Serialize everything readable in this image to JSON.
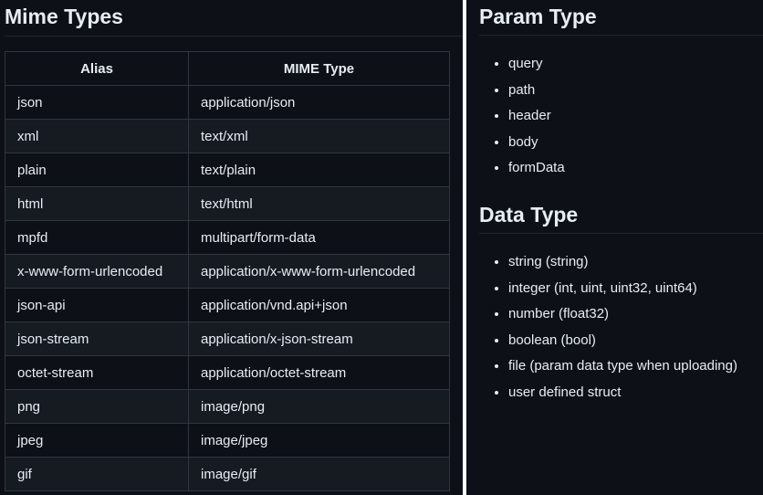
{
  "mime_section": {
    "title": "Mime Types",
    "columns": [
      "Alias",
      "MIME Type"
    ],
    "rows": [
      {
        "alias": "json",
        "mime": "application/json"
      },
      {
        "alias": "xml",
        "mime": "text/xml"
      },
      {
        "alias": "plain",
        "mime": "text/plain"
      },
      {
        "alias": "html",
        "mime": "text/html"
      },
      {
        "alias": "mpfd",
        "mime": "multipart/form-data"
      },
      {
        "alias": "x-www-form-urlencoded",
        "mime": "application/x-www-form-urlencoded"
      },
      {
        "alias": "json-api",
        "mime": "application/vnd.api+json"
      },
      {
        "alias": "json-stream",
        "mime": "application/x-json-stream"
      },
      {
        "alias": "octet-stream",
        "mime": "application/octet-stream"
      },
      {
        "alias": "png",
        "mime": "image/png"
      },
      {
        "alias": "jpeg",
        "mime": "image/jpeg"
      },
      {
        "alias": "gif",
        "mime": "image/gif"
      }
    ]
  },
  "param_section": {
    "title": "Param Type",
    "items": [
      "query",
      "path",
      "header",
      "body",
      "formData"
    ]
  },
  "data_section": {
    "title": "Data Type",
    "items": [
      "string (string)",
      "integer (int, uint, uint32, uint64)",
      "number (float32)",
      "boolean (bool)",
      "file (param data type when uploading)",
      "user defined struct"
    ]
  },
  "colors": {
    "background": "#0d1117",
    "text": "#e6edf3",
    "border": "#30363d",
    "stripe": "#161b22"
  }
}
